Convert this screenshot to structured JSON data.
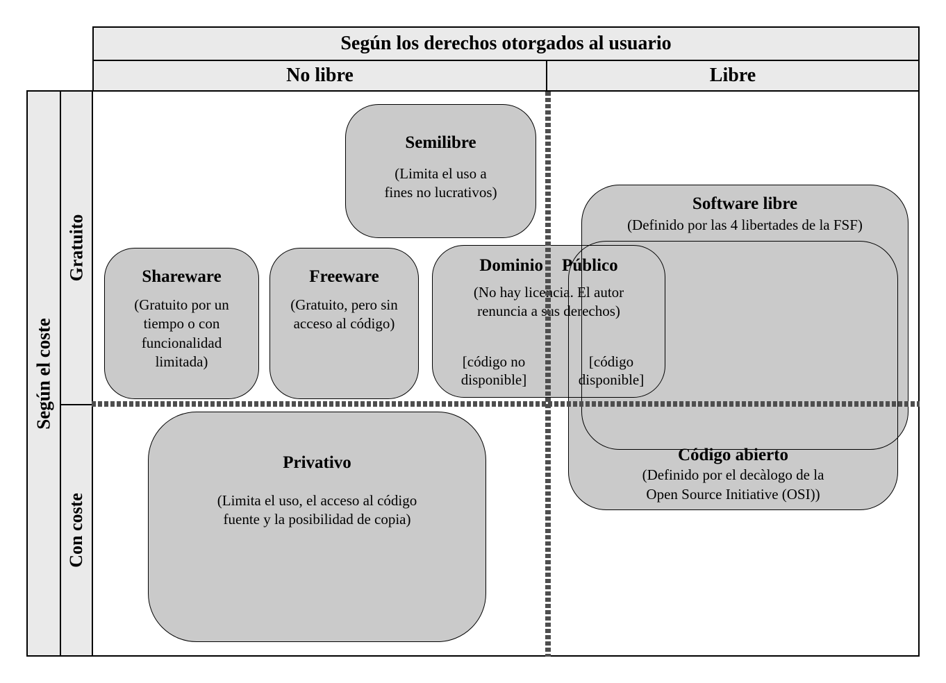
{
  "header": {
    "title": "Según los derechos otorgados al usuario",
    "columns": [
      {
        "label": "No libre"
      },
      {
        "label": "Libre"
      }
    ],
    "row_axis": "Según el coste",
    "rows": [
      {
        "label": "Gratuito"
      },
      {
        "label": "Con coste"
      }
    ]
  },
  "boxes": {
    "semilibre": {
      "title": "Semilibre",
      "desc": "(Limita el uso a\nfines no lucrativos)"
    },
    "shareware": {
      "title": "Shareware",
      "desc": "(Gratuito por un\ntiempo o con\nfuncionalidad\nlimitada)"
    },
    "freeware": {
      "title": "Freeware",
      "desc": "(Gratuito, pero sin\nacceso al código)"
    },
    "dominio_publico": {
      "title_left": "Dominio",
      "title_right": "Público",
      "desc": "(No hay licencia. El autor\nrenuncia a sus derechos)",
      "note_left": "[código no\ndisponible]",
      "note_right": "[código\ndisponible]"
    },
    "software_libre": {
      "title": "Software libre",
      "desc": "(Definido por las 4 libertades de la FSF)"
    },
    "codigo_abierto": {
      "title": "Código abierto",
      "desc": "(Definido por el decàlogo de la\nOpen Source Initiative (OSI))"
    },
    "privativo": {
      "title": "Privativo",
      "desc": "(Limita el uso, el acceso al código\nfuente y la posibilidad de copia)"
    }
  },
  "colors": {
    "box_fill": "#cacaca",
    "header_fill": "#eaeaea",
    "dotted_line": "#4e4e4e",
    "border": "#000000"
  }
}
